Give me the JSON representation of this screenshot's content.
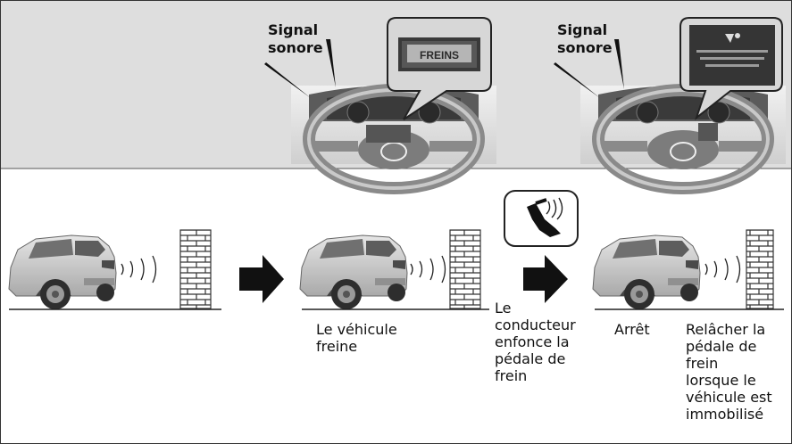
{
  "top_callouts": {
    "sound_left": [
      "Signal",
      "sonore"
    ],
    "sound_right": [
      "Signal",
      "sonore"
    ],
    "display_left_text": "FREINS"
  },
  "steps": {
    "vehicle_brakes": [
      "Le véhicule",
      "freine"
    ],
    "driver_presses": [
      "Le",
      "conducteur",
      "enfonce la",
      "pédale de",
      "frein"
    ],
    "stop": [
      "Arrêt"
    ],
    "release": [
      "Relâcher la",
      "pédale de",
      "frein",
      "lorsque le",
      "véhicule est",
      "immobilisé"
    ]
  }
}
